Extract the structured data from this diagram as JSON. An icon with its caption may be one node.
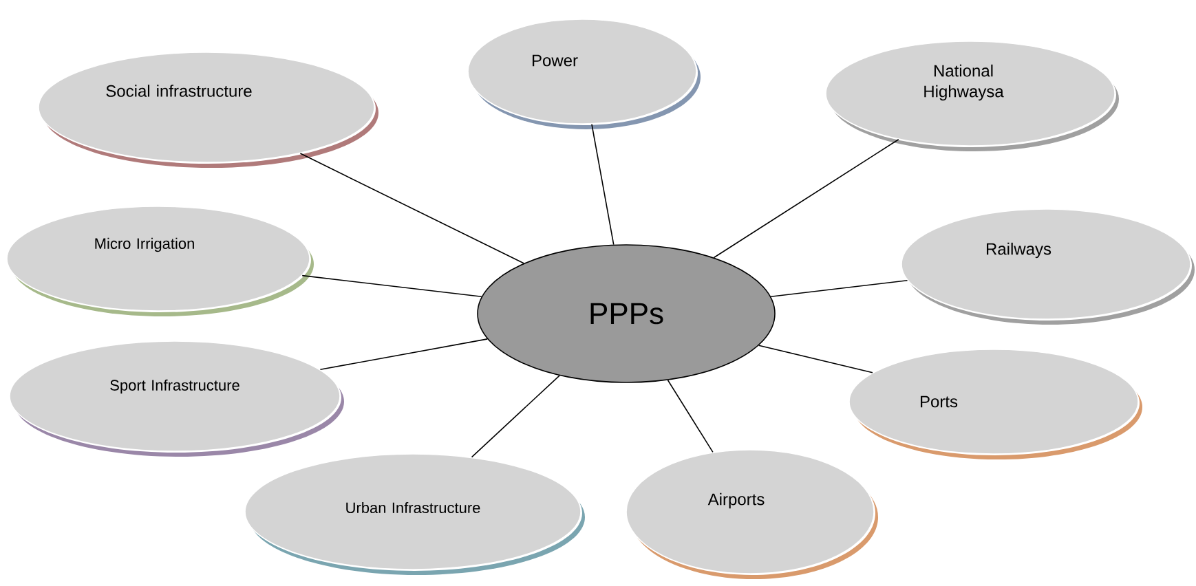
{
  "diagram": {
    "nodes": [
      {
        "text": [
          "PPPs"
        ]
      },
      {
        "text": [
          "Social infrastructure"
        ]
      },
      {
        "text": [
          "Power"
        ]
      },
      {
        "text": [
          "National Highwaysa"
        ]
      },
      {
        "text": [
          "Micro Irrigation"
        ]
      },
      {
        "text": [
          "Railways"
        ]
      },
      {
        "text": [
          "Sport Infrastructure"
        ]
      },
      {
        "text": [
          "Ports"
        ]
      },
      {
        "text": [
          "Urban Infrastructure"
        ]
      },
      {
        "text": [
          "Airports"
        ]
      }
    ],
    "edges": [
      {
        "from": 0,
        "to": 1,
        "arrow": "none"
      },
      {
        "from": 0,
        "to": 2,
        "arrow": "none"
      },
      {
        "from": 0,
        "to": 3,
        "arrow": "none"
      },
      {
        "from": 0,
        "to": 4,
        "arrow": "none"
      },
      {
        "from": 0,
        "to": 5,
        "arrow": "none"
      },
      {
        "from": 0,
        "to": 6,
        "arrow": "none"
      },
      {
        "from": 0,
        "to": 7,
        "arrow": "none"
      },
      {
        "from": 0,
        "to": 8,
        "arrow": "none"
      },
      {
        "from": 0,
        "to": 9,
        "arrow": "none"
      }
    ]
  }
}
